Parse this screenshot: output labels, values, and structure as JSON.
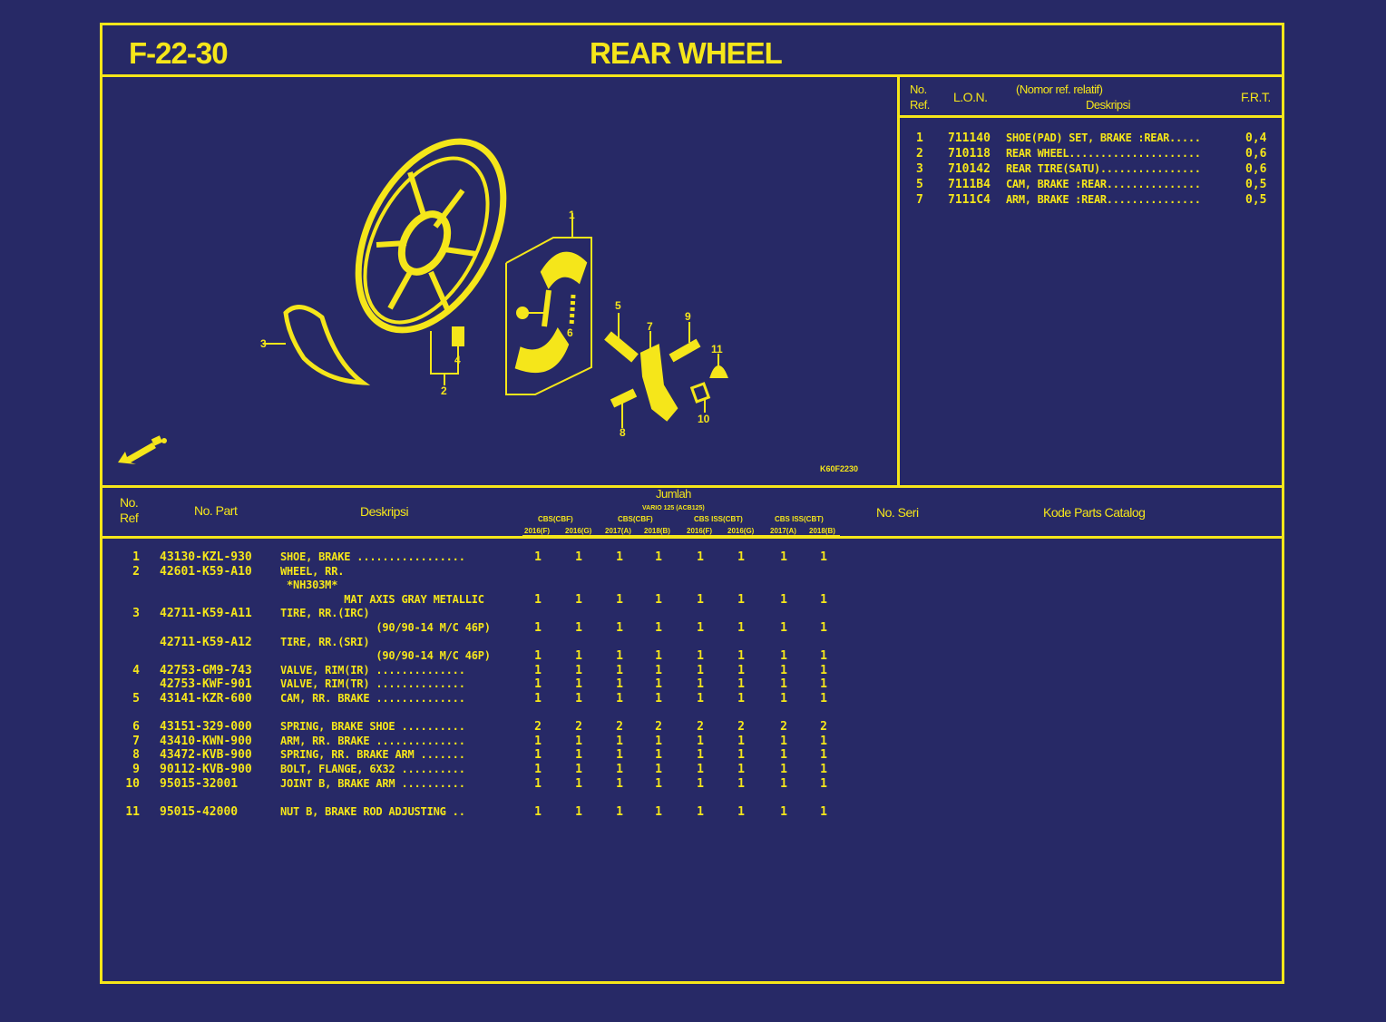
{
  "header": {
    "code": "F-22-30",
    "title": "REAR WHEEL"
  },
  "diagram": {
    "code": "K60F2230",
    "callouts": [
      "1",
      "2",
      "3",
      "4",
      "5",
      "6",
      "7",
      "8",
      "9",
      "10",
      "11"
    ]
  },
  "frt_table": {
    "headers": {
      "ref": [
        "No.",
        "Ref."
      ],
      "lon": "L.O.N.",
      "desc_top": "(Nomor ref. relatif)",
      "desc": "Deskripsi",
      "frt": "F.R.T."
    },
    "rows": [
      {
        "ref": "1",
        "lon": "711140",
        "desc": "SHOE(PAD) SET, BRAKE :REAR.....",
        "frt": "0,4"
      },
      {
        "ref": "2",
        "lon": "710118",
        "desc": "REAR WHEEL.....................",
        "frt": "0,6"
      },
      {
        "ref": "3",
        "lon": "710142",
        "desc": "REAR TIRE(SATU)................",
        "frt": "0,6"
      },
      {
        "ref": "5",
        "lon": "7111B4",
        "desc": "CAM, BRAKE :REAR...............",
        "frt": "0,5"
      },
      {
        "ref": "7",
        "lon": "7111C4",
        "desc": "ARM, BRAKE :REAR...............",
        "frt": "0,5"
      }
    ]
  },
  "parts_table": {
    "headers": {
      "ref": [
        "No.",
        "Ref"
      ],
      "part": "No. Part",
      "desc": "Deskripsi",
      "jumlah": "Jumlah",
      "model": "VARIO 125 (ACB125)",
      "variants": [
        "CBS(CBF)",
        "CBS(CBF)",
        "CBS ISS(CBT)",
        "CBS ISS(CBT)"
      ],
      "years": [
        "2016(F)",
        "2016(G)",
        "2017(A)",
        "2018(B)",
        "2016(F)",
        "2016(G)",
        "2017(A)",
        "2018(B)"
      ],
      "seri": "No. Seri",
      "catalog": "Kode Parts Catalog"
    },
    "rows": [
      {
        "ref": "1",
        "part": "43130-KZL-930",
        "desc": "SHOE, BRAKE .................",
        "qty": [
          "1",
          "1",
          "1",
          "1",
          "1",
          "1",
          "1",
          "1"
        ]
      },
      {
        "ref": "2",
        "part": "42601-K59-A10",
        "desc": "WHEEL, RR.",
        "qty": []
      },
      {
        "ref": "",
        "part": "",
        "desc": " *NH303M*",
        "qty": []
      },
      {
        "ref": "",
        "part": "",
        "desc": "          MAT AXIS GRAY METALLIC",
        "qty": [
          "1",
          "1",
          "1",
          "1",
          "1",
          "1",
          "1",
          "1"
        ]
      },
      {
        "ref": "3",
        "part": "42711-K59-A11",
        "desc": "TIRE, RR.(IRC)",
        "qty": []
      },
      {
        "ref": "",
        "part": "",
        "desc": "               (90/90-14 M/C 46P)",
        "qty": [
          "1",
          "1",
          "1",
          "1",
          "1",
          "1",
          "1",
          "1"
        ]
      },
      {
        "ref": "",
        "part": "42711-K59-A12",
        "desc": "TIRE, RR.(SRI)",
        "qty": []
      },
      {
        "ref": "",
        "part": "",
        "desc": "               (90/90-14 M/C 46P)",
        "qty": [
          "1",
          "1",
          "1",
          "1",
          "1",
          "1",
          "1",
          "1"
        ]
      },
      {
        "ref": "4",
        "part": "42753-GM9-743",
        "desc": "VALVE, RIM(IR) ..............",
        "qty": [
          "1",
          "1",
          "1",
          "1",
          "1",
          "1",
          "1",
          "1"
        ]
      },
      {
        "ref": "",
        "part": "42753-KWF-901",
        "desc": "VALVE, RIM(TR) ..............",
        "qty": [
          "1",
          "1",
          "1",
          "1",
          "1",
          "1",
          "1",
          "1"
        ]
      },
      {
        "ref": "5",
        "part": "43141-KZR-600",
        "desc": "CAM, RR. BRAKE ..............",
        "qty": [
          "1",
          "1",
          "1",
          "1",
          "1",
          "1",
          "1",
          "1"
        ]
      },
      {
        "ref": "",
        "part": "",
        "desc": "",
        "qty": []
      },
      {
        "ref": "6",
        "part": "43151-329-000",
        "desc": "SPRING, BRAKE SHOE ..........",
        "qty": [
          "2",
          "2",
          "2",
          "2",
          "2",
          "2",
          "2",
          "2"
        ]
      },
      {
        "ref": "7",
        "part": "43410-KWN-900",
        "desc": "ARM, RR. BRAKE ..............",
        "qty": [
          "1",
          "1",
          "1",
          "1",
          "1",
          "1",
          "1",
          "1"
        ]
      },
      {
        "ref": "8",
        "part": "43472-KVB-900",
        "desc": "SPRING, RR. BRAKE ARM .......",
        "qty": [
          "1",
          "1",
          "1",
          "1",
          "1",
          "1",
          "1",
          "1"
        ]
      },
      {
        "ref": "9",
        "part": "90112-KVB-900",
        "desc": "BOLT, FLANGE, 6X32 ..........",
        "qty": [
          "1",
          "1",
          "1",
          "1",
          "1",
          "1",
          "1",
          "1"
        ]
      },
      {
        "ref": "10",
        "part": "95015-32001",
        "desc": "JOINT B, BRAKE ARM ..........",
        "qty": [
          "1",
          "1",
          "1",
          "1",
          "1",
          "1",
          "1",
          "1"
        ]
      },
      {
        "ref": "",
        "part": "",
        "desc": "",
        "qty": []
      },
      {
        "ref": "11",
        "part": "95015-42000",
        "desc": "NUT B, BRAKE ROD ADJUSTING ..",
        "qty": [
          "1",
          "1",
          "1",
          "1",
          "1",
          "1",
          "1",
          "1"
        ]
      }
    ]
  },
  "colors": {
    "background": "#272966",
    "ink": "#f5e61a"
  }
}
